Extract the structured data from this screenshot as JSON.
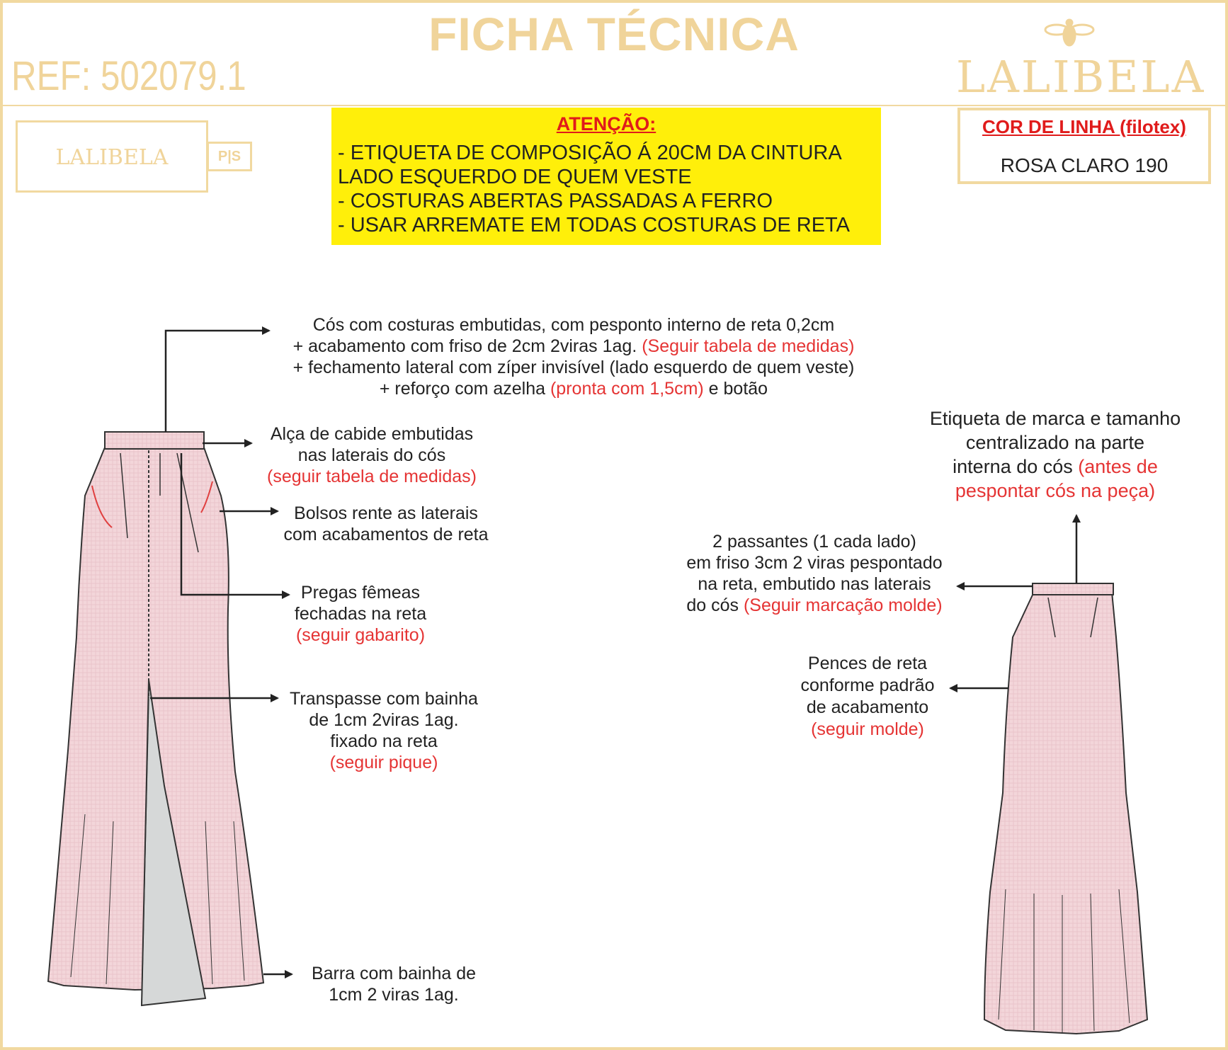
{
  "header": {
    "title": "FICHA TÉCNICA",
    "ref": "REF:  502079.1",
    "brand": "LALIBELA"
  },
  "label_box": {
    "brand": "LALIBELA",
    "size": "P|S"
  },
  "attention": {
    "heading": "ATENÇÃO:",
    "lines": [
      "- ETIQUETA DE COMPOSIÇÃO Á 20CM DA CINTURA",
      "LADO ESQUERDO DE QUEM VESTE",
      "- COSTURAS ABERTAS PASSADAS A FERRO",
      "- USAR ARREMATE EM TODAS COSTURAS DE RETA"
    ]
  },
  "thread": {
    "heading": "COR DE LINHA (filotex)",
    "value": "ROSA CLARO 190"
  },
  "annotations": {
    "cos": {
      "l1": "Cós com costuras embutidas, com pesponto interno de reta 0,2cm",
      "l2a": "+ acabamento com friso de 2cm 2viras 1ag. ",
      "l2b": "(Seguir tabela de medidas)",
      "l3": "+ fechamento lateral com zíper invisível (lado esquerdo de quem veste)",
      "l4a": "+ reforço com azelha ",
      "l4b": "(pronta com 1,5cm)",
      "l4c": " e botão"
    },
    "alca": {
      "l1": "Alça de cabide embutidas",
      "l2": "nas laterais do cós",
      "l3": "(seguir tabela de medidas)"
    },
    "bolsos": {
      "l1": "Bolsos rente as laterais",
      "l2": "com acabamentos de reta"
    },
    "pregas": {
      "l1": "Pregas fêmeas",
      "l2": "fechadas na reta",
      "l3": "(seguir gabarito)"
    },
    "transpasse": {
      "l1": "Transpasse com bainha",
      "l2": "de 1cm 2viras 1ag.",
      "l3": "fixado na reta",
      "l4": "(seguir pique)"
    },
    "barra": {
      "l1": "Barra com bainha de",
      "l2": "1cm 2 viras 1ag."
    },
    "etiqueta": {
      "l1": "Etiqueta de marca e tamanho",
      "l2": "centralizado na parte",
      "l3a": "interna do cós ",
      "l3b": "(antes de",
      "l4": "pespontar cós na peça)"
    },
    "passantes": {
      "l1": "2 passantes (1 cada lado)",
      "l2": "em friso 3cm 2 viras pespontado",
      "l3": "na reta, embutido nas laterais",
      "l4a": "do cós ",
      "l4b": "(Seguir marcação molde)"
    },
    "pences": {
      "l1": "Pences de reta",
      "l2": "conforme padrão",
      "l3": "de acabamento",
      "l4": "(seguir molde)"
    }
  }
}
